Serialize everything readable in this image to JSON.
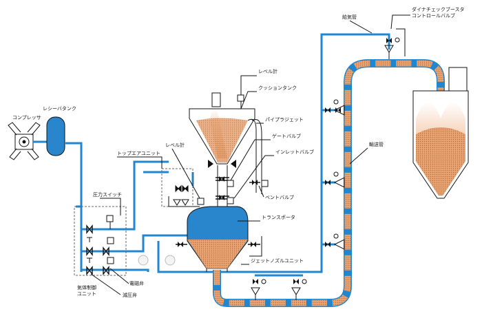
{
  "labels": {
    "compressor": "コンプレッサ",
    "receiver_tank": "レシーバタンク",
    "top_air_unit": "トップエアユニット",
    "level_meter_left": "レベル計",
    "level_meter_top": "レベル計",
    "cushion_tank": "クッションタンク",
    "pipe_jet": "パイプラジェット",
    "gate_valve": "ゲートバルブ",
    "inlet_valve": "インレットバルブ",
    "vent_valve": "ベントバルブ",
    "transporter": "トランスポータ",
    "jet_nozzle_unit": "ジェットノズルユニット",
    "pressure_switch": "圧力スイッチ",
    "gas_control_unit_1": "気体制御",
    "gas_control_unit_2": "ユニット",
    "solenoid_valve": "電磁弁",
    "pressure_reducing_valve": "減圧弁",
    "air_supply_pipe": "給気管",
    "booster_control_1": "ダイナチェックブースタ",
    "booster_control_2": "コントロールバルブ",
    "transport_pipe": "輸送管"
  },
  "colors": {
    "pipe_blue": "#1f86cf",
    "material_orange": "#e39a62",
    "vessel_blue": "#2a86cc"
  }
}
